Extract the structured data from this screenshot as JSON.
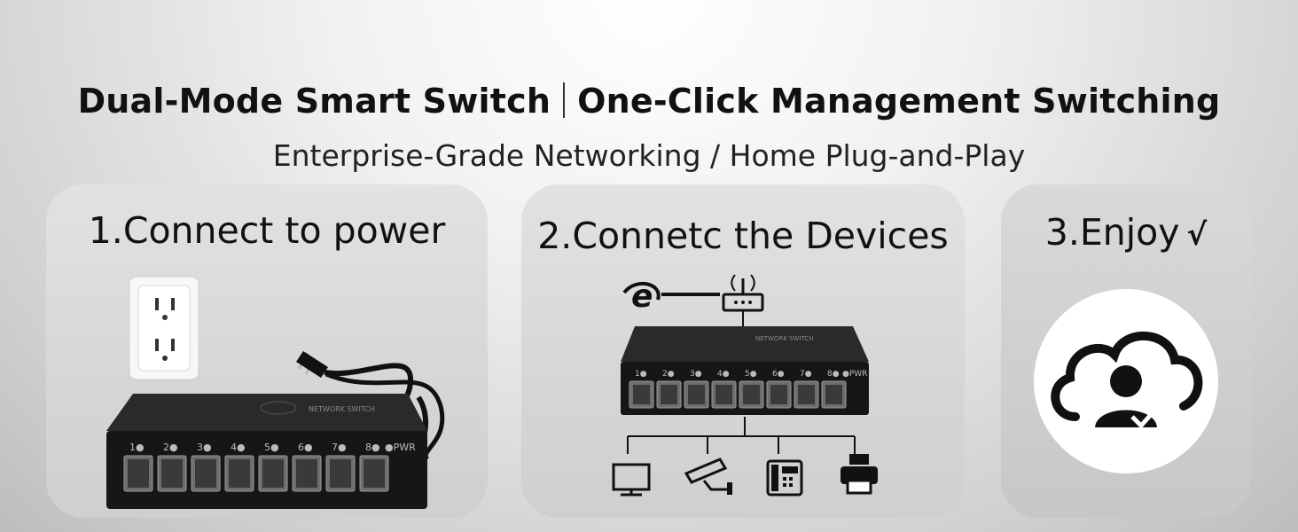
{
  "header": {
    "title_left": "Dual-Mode Smart Switch",
    "title_right": "One-Click Management Switching",
    "subtitle": "Enterprise-Grade Networking / Home Plug-and-Play"
  },
  "steps": [
    {
      "label": "1.Connect to power"
    },
    {
      "label": "2.Connetc the Devices"
    },
    {
      "label": "3.Enjoy",
      "check": "√"
    }
  ],
  "switch": {
    "brand": "NETWORK SWITCH",
    "ports": [
      "1",
      "2",
      "3",
      "4",
      "5",
      "6",
      "7",
      "8"
    ],
    "power_label": "PWR"
  },
  "devices": [
    "monitor-icon",
    "camera-icon",
    "phone-icon",
    "printer-icon"
  ],
  "colors": {
    "card": "#d6d6d6",
    "switch_body": "#1c1c1c",
    "port": "#6e6e6e"
  }
}
